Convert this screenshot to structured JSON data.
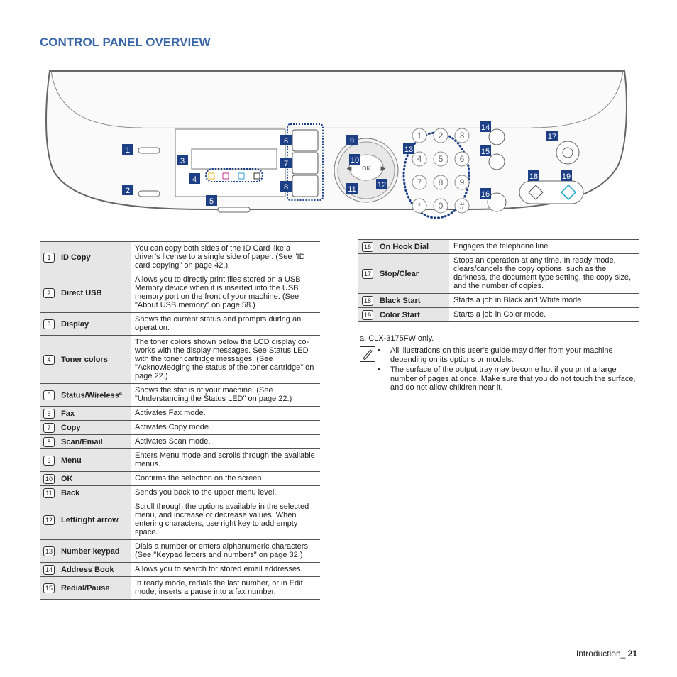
{
  "title": "CONTROL PANEL OVERVIEW",
  "panel": {
    "callouts": [
      "1",
      "2",
      "3",
      "4",
      "5",
      "6",
      "7",
      "8",
      "9",
      "10",
      "11",
      "12",
      "13",
      "14",
      "15",
      "16",
      "17",
      "18",
      "19"
    ],
    "ok_label": "OK",
    "keypad": [
      "1",
      "2",
      "3",
      "4",
      "5",
      "6",
      "7",
      "8",
      "9",
      "*",
      "0",
      "#"
    ]
  },
  "left_table": [
    {
      "num": "1",
      "name": "ID Copy",
      "desc": "You can copy both sides of the ID Card like a driver’s license to a single side of paper. (See \"ID card copying\" on page 42.)"
    },
    {
      "num": "2",
      "name": "Direct USB",
      "desc": "Allows you to directly print files stored on a USB Memory device when it is inserted into the USB memory port on the front of your machine. (See \"About USB memory\" on page 58.)"
    },
    {
      "num": "3",
      "name": "Display",
      "desc": "Shows the current status and prompts during an operation."
    },
    {
      "num": "4",
      "name": "Toner colors",
      "desc": "The toner colors shown below the LCD display co-works with the display messages. See Status LED with the toner cartridge messages. (See \"Acknowledging the status of the toner cartridge\" on page 22.)"
    },
    {
      "num": "5",
      "name": "Status/Wireless",
      "sup": "a",
      "desc": "Shows the status of your machine. (See \"Understanding the Status LED\" on page 22.)"
    },
    {
      "num": "6",
      "name": "Fax",
      "desc": "Activates Fax mode."
    },
    {
      "num": "7",
      "name": "Copy",
      "desc": "Activates Copy mode."
    },
    {
      "num": "8",
      "name": "Scan/Email",
      "desc": "Activates Scan mode."
    },
    {
      "num": "9",
      "name": "Menu",
      "desc": "Enters Menu mode and scrolls through the available menus."
    },
    {
      "num": "10",
      "name": "OK",
      "desc": "Confirms the selection on the screen."
    },
    {
      "num": "11",
      "name": "Back",
      "desc": "Sends you back to the upper menu level."
    },
    {
      "num": "12",
      "name": "Left/right arrow",
      "desc": "Scroll through the options available in the selected menu, and increase or decrease values. When entering characters, use right key to add empty space."
    },
    {
      "num": "13",
      "name": "Number keypad",
      "desc": "Dials a number or enters alphanumeric characters. (See \"Keypad letters and numbers\" on page 32.)"
    },
    {
      "num": "14",
      "name": "Address Book",
      "desc": "Allows you to search for stored email addresses."
    },
    {
      "num": "15",
      "name": "Redial/Pause",
      "desc": "In ready mode, redials the last number, or in Edit mode, inserts a pause into a fax number."
    }
  ],
  "right_table": [
    {
      "num": "16",
      "name": "On Hook Dial",
      "desc": "Engages the telephone line."
    },
    {
      "num": "17",
      "name": "Stop/Clear",
      "desc": "Stops an operation at any time. In ready mode, clears/cancels the copy options, such as the darkness, the document type setting, the copy size, and the number of copies."
    },
    {
      "num": "18",
      "name": "Black Start",
      "desc": "Starts a job in Black and White mode."
    },
    {
      "num": "19",
      "name": "Color Start",
      "desc": "Starts a job in Color mode."
    }
  ],
  "footnote": "a. CLX-3175FW only.",
  "notes": [
    "All illustrations on this user’s guide may differ from your machine depending on its options or models.",
    "The surface of the output tray may become hot if you print a large number of pages at once. Make sure that you do not touch the surface, and do not allow children near it."
  ],
  "page_footer": {
    "section": "Introduction_ ",
    "page": "21"
  },
  "colors": {
    "accent": "#3a67a8",
    "callout": "#1d3f86",
    "dots": "#1d3f86",
    "toner_y": "#e8c21a",
    "toner_m": "#c3308f",
    "toner_c": "#2a9fd8",
    "color_start": "#1aa6c7"
  }
}
